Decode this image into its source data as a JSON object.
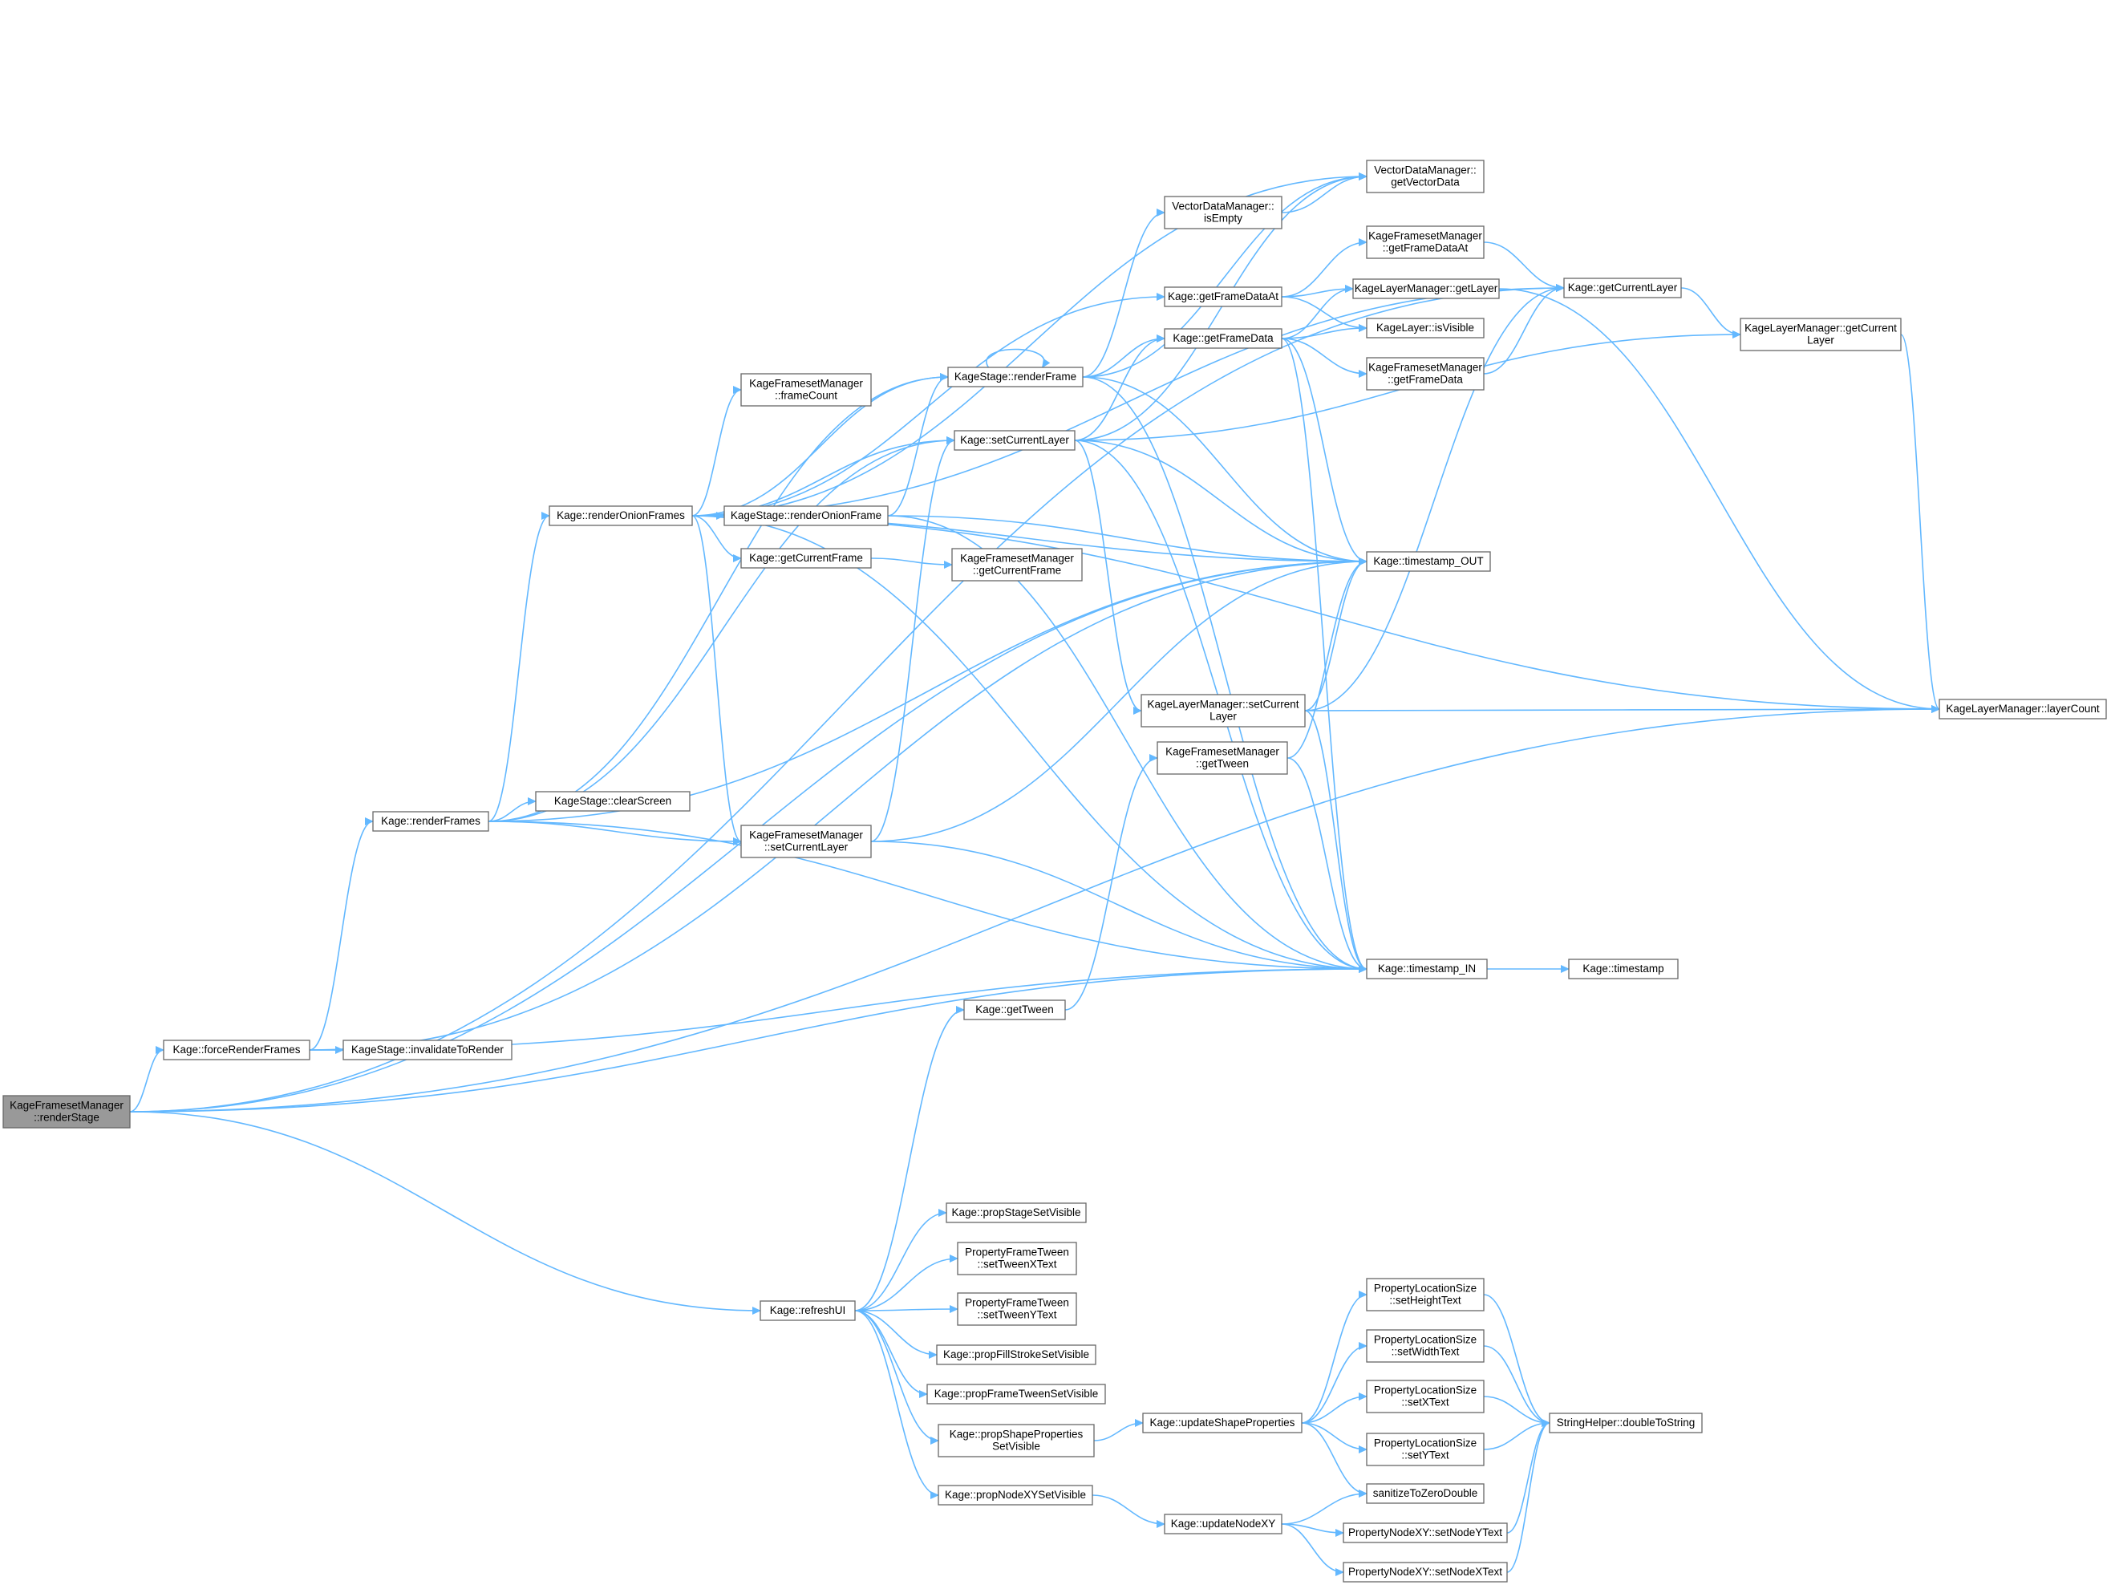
{
  "diagram": {
    "type": "call-graph",
    "nodes": [
      {
        "id": "root",
        "lines": [
          "KageFramesetManager",
          "::renderStage"
        ],
        "highlighted": true
      },
      {
        "id": "forceRenderFrames",
        "lines": [
          "Kage::forceRenderFrames"
        ]
      },
      {
        "id": "invalidateToRender",
        "lines": [
          "KageStage::invalidateToRender"
        ]
      },
      {
        "id": "renderFrames",
        "lines": [
          "Kage::renderFrames"
        ]
      },
      {
        "id": "clearScreen",
        "lines": [
          "KageStage::clearScreen"
        ]
      },
      {
        "id": "fsmSetCurrentLayer",
        "lines": [
          "KageFramesetManager",
          "::setCurrentLayer"
        ]
      },
      {
        "id": "renderOnionFrames",
        "lines": [
          "Kage::renderOnionFrames"
        ]
      },
      {
        "id": "frameCount",
        "lines": [
          "KageFramesetManager",
          "::frameCount"
        ]
      },
      {
        "id": "renderOnionFrame",
        "lines": [
          "KageStage::renderOnionFrame"
        ]
      },
      {
        "id": "getCurrentFrame",
        "lines": [
          "Kage::getCurrentFrame"
        ]
      },
      {
        "id": "fsmGetCurrentFrame",
        "lines": [
          "KageFramesetManager",
          "::getCurrentFrame"
        ]
      },
      {
        "id": "renderFrame",
        "lines": [
          "KageStage::renderFrame"
        ]
      },
      {
        "id": "setCurrentLayer",
        "lines": [
          "Kage::setCurrentLayer"
        ]
      },
      {
        "id": "vdmIsEmpty",
        "lines": [
          "VectorDataManager::",
          "isEmpty"
        ]
      },
      {
        "id": "vdmGetVectorData",
        "lines": [
          "VectorDataManager::",
          "getVectorData"
        ]
      },
      {
        "id": "getFrameDataAt",
        "lines": [
          "Kage::getFrameDataAt"
        ]
      },
      {
        "id": "fsmGetFrameDataAt",
        "lines": [
          "KageFramesetManager",
          "::getFrameDataAt"
        ]
      },
      {
        "id": "getFrameData",
        "lines": [
          "Kage::getFrameData"
        ]
      },
      {
        "id": "lmGetLayer",
        "lines": [
          "KageLayerManager::getLayer"
        ]
      },
      {
        "id": "layerIsVisible",
        "lines": [
          "KageLayer::isVisible"
        ]
      },
      {
        "id": "fsmGetFrameData",
        "lines": [
          "KageFramesetManager",
          "::getFrameData"
        ]
      },
      {
        "id": "getCurrentLayer",
        "lines": [
          "Kage::getCurrentLayer"
        ]
      },
      {
        "id": "lmGetCurrentLayer",
        "lines": [
          "KageLayerManager::getCurrent",
          "Layer"
        ]
      },
      {
        "id": "timestampOut",
        "lines": [
          "Kage::timestamp_OUT"
        ]
      },
      {
        "id": "lmSetCurrentLayer",
        "lines": [
          "KageLayerManager::setCurrent",
          "Layer"
        ]
      },
      {
        "id": "fsmGetTween",
        "lines": [
          "KageFramesetManager",
          "::getTween"
        ]
      },
      {
        "id": "layerCount",
        "lines": [
          "KageLayerManager::layerCount"
        ]
      },
      {
        "id": "timestampIn",
        "lines": [
          "Kage::timestamp_IN"
        ]
      },
      {
        "id": "timestamp",
        "lines": [
          "Kage::timestamp"
        ]
      },
      {
        "id": "getTween",
        "lines": [
          "Kage::getTween"
        ]
      },
      {
        "id": "refreshUI",
        "lines": [
          "Kage::refreshUI"
        ]
      },
      {
        "id": "propStageSetVisible",
        "lines": [
          "Kage::propStageSetVisible"
        ]
      },
      {
        "id": "setTweenXText",
        "lines": [
          "PropertyFrameTween",
          "::setTweenXText"
        ]
      },
      {
        "id": "setTweenYText",
        "lines": [
          "PropertyFrameTween",
          "::setTweenYText"
        ]
      },
      {
        "id": "propFillStrokeSetVisible",
        "lines": [
          "Kage::propFillStrokeSetVisible"
        ]
      },
      {
        "id": "propFrameTweenSetVisible",
        "lines": [
          "Kage::propFrameTweenSetVisible"
        ]
      },
      {
        "id": "propShapePropertiesSetVisible",
        "lines": [
          "Kage::propShapeProperties",
          "SetVisible"
        ]
      },
      {
        "id": "propNodeXYSetVisible",
        "lines": [
          "Kage::propNodeXYSetVisible"
        ]
      },
      {
        "id": "updateShapeProperties",
        "lines": [
          "Kage::updateShapeProperties"
        ]
      },
      {
        "id": "updateNodeXY",
        "lines": [
          "Kage::updateNodeXY"
        ]
      },
      {
        "id": "setHeightText",
        "lines": [
          "PropertyLocationSize",
          "::setHeightText"
        ]
      },
      {
        "id": "setWidthText",
        "lines": [
          "PropertyLocationSize",
          "::setWidthText"
        ]
      },
      {
        "id": "setXText",
        "lines": [
          "PropertyLocationSize",
          "::setXText"
        ]
      },
      {
        "id": "setYText",
        "lines": [
          "PropertyLocationSize",
          "::setYText"
        ]
      },
      {
        "id": "sanitizeToZeroDouble",
        "lines": [
          "sanitizeToZeroDouble"
        ]
      },
      {
        "id": "setNodeYText",
        "lines": [
          "PropertyNodeXY::setNodeYText"
        ]
      },
      {
        "id": "setNodeXText",
        "lines": [
          "PropertyNodeXY::setNodeXText"
        ]
      },
      {
        "id": "doubleToString",
        "lines": [
          "StringHelper::doubleToString"
        ]
      }
    ],
    "edges": [
      [
        "root",
        "forceRenderFrames"
      ],
      [
        "root",
        "getCurrentLayer"
      ],
      [
        "root",
        "timestampOut"
      ],
      [
        "root",
        "timestampIn"
      ],
      [
        "root",
        "layerCount"
      ],
      [
        "root",
        "refreshUI"
      ],
      [
        "forceRenderFrames",
        "renderFrames"
      ],
      [
        "forceRenderFrames",
        "invalidateToRender"
      ],
      [
        "forceRenderFrames",
        "timestampOut"
      ],
      [
        "forceRenderFrames",
        "timestampIn"
      ],
      [
        "renderFrames",
        "renderOnionFrames"
      ],
      [
        "renderFrames",
        "clearScreen"
      ],
      [
        "renderFrames",
        "fsmSetCurrentLayer"
      ],
      [
        "renderFrames",
        "renderFrame"
      ],
      [
        "renderFrames",
        "setCurrentLayer"
      ],
      [
        "renderFrames",
        "timestampOut"
      ],
      [
        "renderFrames",
        "timestampIn"
      ],
      [
        "renderOnionFrames",
        "frameCount"
      ],
      [
        "renderOnionFrames",
        "renderOnionFrame"
      ],
      [
        "renderOnionFrames",
        "getCurrentFrame"
      ],
      [
        "renderOnionFrames",
        "renderFrame"
      ],
      [
        "renderOnionFrames",
        "setCurrentLayer"
      ],
      [
        "renderOnionFrames",
        "fsmSetCurrentLayer"
      ],
      [
        "renderOnionFrames",
        "getFrameDataAt"
      ],
      [
        "renderOnionFrames",
        "vdmGetVectorData"
      ],
      [
        "renderOnionFrames",
        "getCurrentLayer"
      ],
      [
        "renderOnionFrames",
        "timestampOut"
      ],
      [
        "renderOnionFrames",
        "timestampIn"
      ],
      [
        "renderOnionFrames",
        "layerCount"
      ],
      [
        "renderOnionFrame",
        "renderFrame"
      ],
      [
        "renderOnionFrame",
        "timestampOut"
      ],
      [
        "renderOnionFrame",
        "timestampIn"
      ],
      [
        "getCurrentFrame",
        "fsmGetCurrentFrame"
      ],
      [
        "renderFrame",
        "renderFrame"
      ],
      [
        "renderFrame",
        "getFrameData"
      ],
      [
        "renderFrame",
        "vdmIsEmpty"
      ],
      [
        "renderFrame",
        "vdmGetVectorData"
      ],
      [
        "renderFrame",
        "timestampOut"
      ],
      [
        "renderFrame",
        "timestampIn"
      ],
      [
        "setCurrentLayer",
        "getFrameData"
      ],
      [
        "setCurrentLayer",
        "vdmGetVectorData"
      ],
      [
        "setCurrentLayer",
        "lmGetCurrentLayer"
      ],
      [
        "setCurrentLayer",
        "lmSetCurrentLayer"
      ],
      [
        "setCurrentLayer",
        "timestampOut"
      ],
      [
        "setCurrentLayer",
        "timestampIn"
      ],
      [
        "vdmIsEmpty",
        "vdmGetVectorData"
      ],
      [
        "getFrameDataAt",
        "fsmGetFrameDataAt"
      ],
      [
        "getFrameDataAt",
        "lmGetLayer"
      ],
      [
        "getFrameDataAt",
        "layerIsVisible"
      ],
      [
        "getFrameData",
        "lmGetLayer"
      ],
      [
        "getFrameData",
        "layerIsVisible"
      ],
      [
        "getFrameData",
        "fsmGetFrameData"
      ],
      [
        "getFrameData",
        "timestampOut"
      ],
      [
        "getFrameData",
        "timestampIn"
      ],
      [
        "fsmGetFrameDataAt",
        "getCurrentLayer"
      ],
      [
        "fsmGetFrameData",
        "getCurrentLayer"
      ],
      [
        "lmGetLayer",
        "layerCount"
      ],
      [
        "getCurrentLayer",
        "lmGetCurrentLayer"
      ],
      [
        "lmGetCurrentLayer",
        "layerCount"
      ],
      [
        "fsmSetCurrentLayer",
        "setCurrentLayer"
      ],
      [
        "fsmSetCurrentLayer",
        "timestampOut"
      ],
      [
        "fsmSetCurrentLayer",
        "timestampIn"
      ],
      [
        "lmSetCurrentLayer",
        "layerCount"
      ],
      [
        "lmSetCurrentLayer",
        "getCurrentLayer"
      ],
      [
        "lmSetCurrentLayer",
        "timestampOut"
      ],
      [
        "lmSetCurrentLayer",
        "timestampIn"
      ],
      [
        "fsmGetTween",
        "timestampOut"
      ],
      [
        "fsmGetTween",
        "timestampIn"
      ],
      [
        "timestampIn",
        "timestamp"
      ],
      [
        "getTween",
        "fsmGetTween"
      ],
      [
        "refreshUI",
        "getTween"
      ],
      [
        "refreshUI",
        "propStageSetVisible"
      ],
      [
        "refreshUI",
        "setTweenXText"
      ],
      [
        "refreshUI",
        "setTweenYText"
      ],
      [
        "refreshUI",
        "propFillStrokeSetVisible"
      ],
      [
        "refreshUI",
        "propFrameTweenSetVisible"
      ],
      [
        "refreshUI",
        "propShapePropertiesSetVisible"
      ],
      [
        "refreshUI",
        "propNodeXYSetVisible"
      ],
      [
        "propShapePropertiesSetVisible",
        "updateShapeProperties"
      ],
      [
        "propNodeXYSetVisible",
        "updateNodeXY"
      ],
      [
        "updateShapeProperties",
        "setHeightText"
      ],
      [
        "updateShapeProperties",
        "setWidthText"
      ],
      [
        "updateShapeProperties",
        "setXText"
      ],
      [
        "updateShapeProperties",
        "setYText"
      ],
      [
        "updateShapeProperties",
        "sanitizeToZeroDouble"
      ],
      [
        "updateNodeXY",
        "sanitizeToZeroDouble"
      ],
      [
        "updateNodeXY",
        "setNodeYText"
      ],
      [
        "updateNodeXY",
        "setNodeXText"
      ],
      [
        "setHeightText",
        "doubleToString"
      ],
      [
        "setWidthText",
        "doubleToString"
      ],
      [
        "setXText",
        "doubleToString"
      ],
      [
        "setYText",
        "doubleToString"
      ],
      [
        "setNodeYText",
        "doubleToString"
      ],
      [
        "setNodeXText",
        "doubleToString"
      ]
    ]
  },
  "colors": {
    "edge": "#63b8ff",
    "node_border": "#666666",
    "node_fill": "#ffffff",
    "highlight_fill": "#999999",
    "text": "#000000"
  }
}
